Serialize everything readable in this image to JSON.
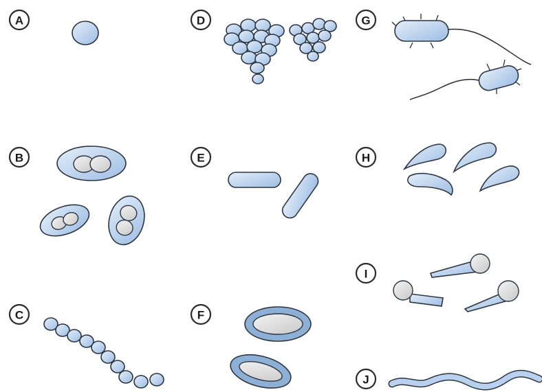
{
  "figure": {
    "panels": [
      {
        "id": "A",
        "label": "A"
      },
      {
        "id": "B",
        "label": "B"
      },
      {
        "id": "C",
        "label": "C"
      },
      {
        "id": "D",
        "label": "D"
      },
      {
        "id": "E",
        "label": "E"
      },
      {
        "id": "F",
        "label": "F"
      },
      {
        "id": "G",
        "label": "G"
      },
      {
        "id": "H",
        "label": "H"
      },
      {
        "id": "I",
        "label": "I"
      },
      {
        "id": "J",
        "label": "J"
      }
    ],
    "colors": {
      "cell_light": "#d9e8f7",
      "cell_mid": "#a9c6e8",
      "outline": "#2b3440",
      "spore": "#e6e6e6"
    }
  }
}
